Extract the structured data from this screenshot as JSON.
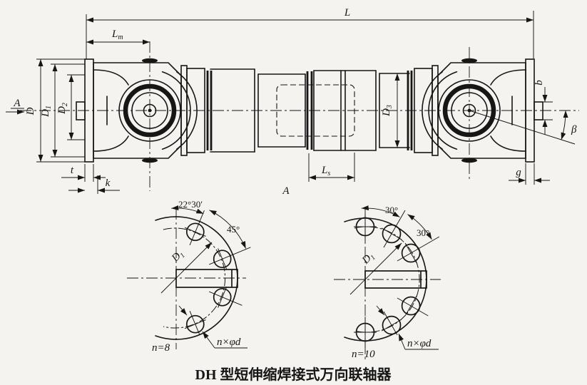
{
  "colors": {
    "background": "#f4f3ef",
    "ink": "#161616"
  },
  "caption": {
    "text": "DH 型短伸缩焊接式万向联轴器"
  },
  "main_view": {
    "section_arrow_left": "A",
    "section_label_bottom": "A",
    "dims": {
      "L": "L",
      "Lm": {
        "base": "L",
        "sub": "m"
      },
      "Ls": {
        "base": "L",
        "sub": "s"
      },
      "D": "D",
      "D1": {
        "base": "D",
        "sub": "1"
      },
      "D2": {
        "base": "D",
        "sub": "2"
      },
      "D3": {
        "base": "D",
        "sub": "3"
      },
      "t": "t",
      "k": "k",
      "g": "g",
      "b": "b",
      "beta": "β"
    }
  },
  "flange_views": {
    "left": {
      "angle_a": "22°30′",
      "angle_b": "45°",
      "bolt_circle_dia": {
        "base": "D",
        "sub": "1"
      },
      "hole_count": "n=8",
      "holes_label": "n×φd"
    },
    "right": {
      "angle_a": "30°",
      "angle_b": "30°",
      "bolt_circle_dia": {
        "base": "D",
        "sub": "1"
      },
      "hole_count": "n=10",
      "holes_label": "n×φd"
    }
  }
}
